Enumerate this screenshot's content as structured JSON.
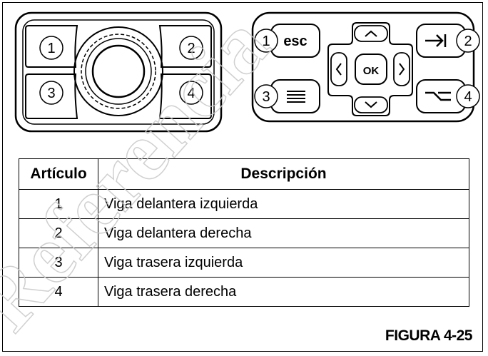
{
  "left_panel": {
    "callouts": [
      "1",
      "2",
      "3",
      "4"
    ]
  },
  "right_panel": {
    "callouts": [
      "1",
      "2",
      "3",
      "4"
    ],
    "esc_label": "esc",
    "ok_label": "OK"
  },
  "table": {
    "headers": {
      "item": "Artículo",
      "description": "Descripción"
    },
    "rows": [
      {
        "item": "1",
        "description": "Viga delantera izquierda"
      },
      {
        "item": "2",
        "description": "Viga delantera derecha"
      },
      {
        "item": "3",
        "description": "Viga trasera izquierda"
      },
      {
        "item": "4",
        "description": "Viga trasera derecha"
      }
    ]
  },
  "figure_label": "FIGURA 4-25",
  "watermark_text": "Referencia"
}
